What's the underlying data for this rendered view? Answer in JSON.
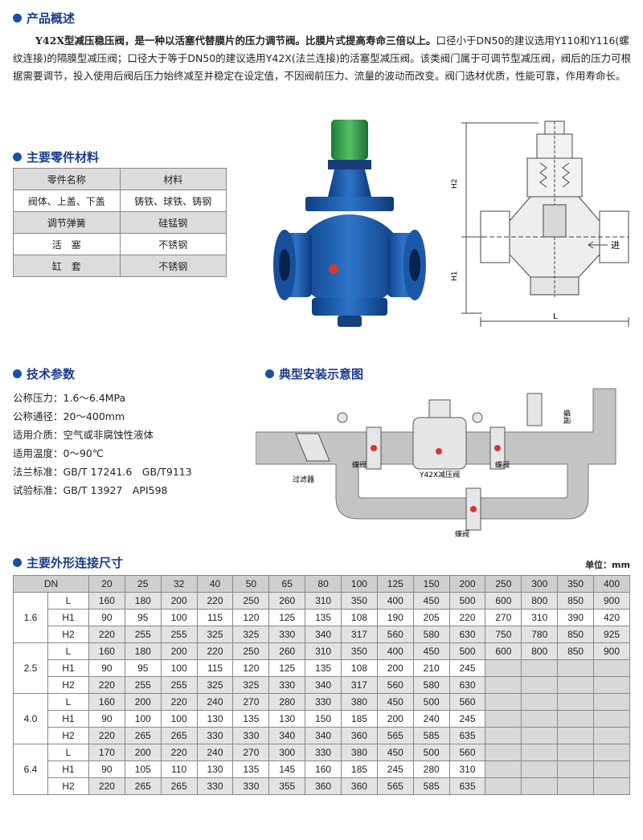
{
  "overview": {
    "title": "产品概述",
    "text_bold": "Y42X型减压稳压阀，是一种以活塞代替膜片的压力调节阀。比膜片式提高寿命三倍以上。",
    "text_rest": "口径小于DN50的建议选用Y110和Y116(螺纹连接)的隔膜型减压阀；口径大于等于DN50的建议选用Y42X(法兰连接)的活塞型减压阀。该类阀门属于可调节型减压阀，阀后的压力可根据需要调节，投入使用后阀后压力始终减至并稳定在设定值，不因阀前压力、流量的波动而改变。阀门选材优质，性能可靠，作用寿命长。"
  },
  "parts": {
    "title": "主要零件材料",
    "header": [
      "零件名称",
      "材料"
    ],
    "rows": [
      [
        "阀体、上盖、下盖",
        "铸铁、球铁、铸钢"
      ],
      [
        "调节弹簧",
        "硅锰钢"
      ],
      [
        "活　塞",
        "不锈钢"
      ],
      [
        "缸　套",
        "不锈钢"
      ]
    ]
  },
  "drawing": {
    "h2": "H2",
    "h1": "H1",
    "l": "L",
    "inlet": "进"
  },
  "tech": {
    "title": "技术参数",
    "items": [
      {
        "label": "公称压力：",
        "value": "1.6～6.4MPa"
      },
      {
        "label": "公称通径：",
        "value": "20～400mm"
      },
      {
        "label": "适用介质：",
        "value": "空气或非腐蚀性液体"
      },
      {
        "label": "适用温度：",
        "value": "0～90℃"
      },
      {
        "label": "法兰标准：",
        "value": "GB/T 17241.6　GB/T9113"
      },
      {
        "label": "试验标准：",
        "value": "GB/T 13927　API598"
      }
    ]
  },
  "install": {
    "title": "典型安装示意图",
    "filter": "过滤器",
    "butterfly": "蝶阀",
    "valve": "Y42X减压阀"
  },
  "dims": {
    "title": "主要外形连接尺寸",
    "unit": "单位：mm",
    "dn_label": "DN",
    "dn": [
      "20",
      "25",
      "32",
      "40",
      "50",
      "65",
      "80",
      "100",
      "125",
      "150",
      "200",
      "250",
      "300",
      "350",
      "400"
    ],
    "groups": [
      {
        "pn": "1.6",
        "rows": [
          {
            "label": "L",
            "values": [
              "160",
              "180",
              "200",
              "220",
              "250",
              "260",
              "310",
              "350",
              "400",
              "450",
              "500",
              "600",
              "800",
              "850",
              "900"
            ]
          },
          {
            "label": "H1",
            "values": [
              "90",
              "95",
              "100",
              "115",
              "120",
              "125",
              "135",
              "108",
              "190",
              "205",
              "220",
              "270",
              "310",
              "390",
              "420"
            ]
          },
          {
            "label": "H2",
            "values": [
              "220",
              "255",
              "255",
              "325",
              "325",
              "330",
              "340",
              "317",
              "560",
              "580",
              "630",
              "750",
              "780",
              "850",
              "925"
            ]
          }
        ]
      },
      {
        "pn": "2.5",
        "rows": [
          {
            "label": "L",
            "values": [
              "160",
              "180",
              "200",
              "220",
              "250",
              "260",
              "310",
              "350",
              "400",
              "450",
              "500",
              "600",
              "800",
              "850",
              "900"
            ]
          },
          {
            "label": "H1",
            "values": [
              "90",
              "95",
              "100",
              "115",
              "120",
              "125",
              "135",
              "108",
              "200",
              "210",
              "245",
              "",
              "",
              "",
              ""
            ]
          },
          {
            "label": "H2",
            "values": [
              "220",
              "255",
              "255",
              "325",
              "325",
              "330",
              "340",
              "317",
              "560",
              "580",
              "630",
              "",
              "",
              "",
              ""
            ]
          }
        ]
      },
      {
        "pn": "4.0",
        "rows": [
          {
            "label": "L",
            "values": [
              "160",
              "200",
              "220",
              "240",
              "270",
              "280",
              "330",
              "380",
              "450",
              "500",
              "560",
              "",
              "",
              "",
              ""
            ]
          },
          {
            "label": "H1",
            "values": [
              "90",
              "100",
              "100",
              "130",
              "135",
              "130",
              "150",
              "185",
              "200",
              "240",
              "245",
              "",
              "",
              "",
              ""
            ]
          },
          {
            "label": "H2",
            "values": [
              "220",
              "265",
              "265",
              "330",
              "330",
              "340",
              "340",
              "360",
              "565",
              "585",
              "635",
              "",
              "",
              "",
              ""
            ]
          }
        ]
      },
      {
        "pn": "6.4",
        "rows": [
          {
            "label": "L",
            "values": [
              "170",
              "200",
              "220",
              "240",
              "270",
              "300",
              "330",
              "380",
              "450",
              "500",
              "560",
              "",
              "",
              "",
              ""
            ]
          },
          {
            "label": "H1",
            "values": [
              "90",
              "105",
              "110",
              "130",
              "135",
              "145",
              "160",
              "185",
              "245",
              "280",
              "310",
              "",
              "",
              "",
              ""
            ]
          },
          {
            "label": "H2",
            "values": [
              "220",
              "265",
              "265",
              "330",
              "330",
              "355",
              "360",
              "360",
              "565",
              "585",
              "635",
              "",
              "",
              "",
              ""
            ]
          }
        ]
      }
    ]
  },
  "colors": {
    "title": "#1a3b8c",
    "valve_body": "#1f5fb0",
    "valve_cap": "#3fae54",
    "pipe": "#b8b8b8"
  }
}
